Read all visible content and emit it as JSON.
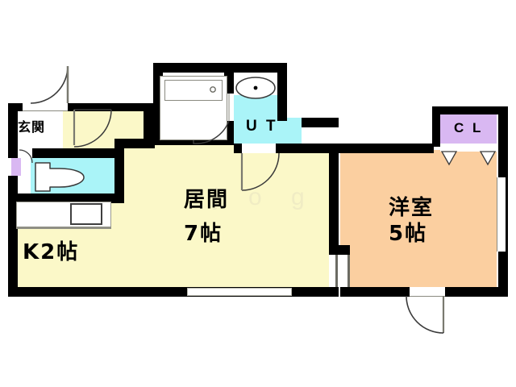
{
  "plan": {
    "type": "apartment-floor-plan",
    "title": "1K floor plan",
    "background": "#ffffff",
    "wall_color": "#000000"
  },
  "colors": {
    "living_fill": "#fbf8c8",
    "water_fill": "#aaf4f8",
    "bedroom_fill": "#fbcfa0",
    "closet_fill": "#d9b8f2",
    "entry_fill": "#ffffff",
    "wall": "#000000",
    "fixture_line": "#6b6b63"
  },
  "rooms": [
    {
      "id": "genkan",
      "label": "玄関",
      "size": "",
      "fill": "#ffffff"
    },
    {
      "id": "toilet",
      "label": "",
      "size": "",
      "fill": "#aaf4f8"
    },
    {
      "id": "kitchen",
      "label": "K2帖",
      "size": "2帖",
      "fill": "#fbf8c8"
    },
    {
      "id": "living",
      "label": "居間",
      "size": "7帖",
      "fill": "#fbf8c8"
    },
    {
      "id": "bath",
      "label": "",
      "size": "",
      "fill": "#ffffff"
    },
    {
      "id": "ut",
      "label": "UT",
      "size": "",
      "fill": "#aaf4f8"
    },
    {
      "id": "bedroom",
      "label": "洋室",
      "size": "5帖",
      "fill": "#fbcfa0"
    },
    {
      "id": "closet",
      "label": "CL",
      "size": "",
      "fill": "#d9b8f2"
    }
  ],
  "labels": {
    "genkan": "玄関",
    "kitchen": "K2帖",
    "living_name": "居間",
    "living_size": "7帖",
    "ut": "U T",
    "bedroom_name": "洋室",
    "bedroom_size": "5帖",
    "closet": "C L"
  },
  "watermark": {
    "text": "j o g"
  },
  "fixtures": [
    {
      "name": "bathtub",
      "room": "bath"
    },
    {
      "name": "bathtub-drain",
      "room": "bath"
    },
    {
      "name": "wash-basin",
      "room": "ut"
    },
    {
      "name": "toilet-bowl",
      "room": "toilet"
    },
    {
      "name": "kitchen-counter",
      "room": "kitchen"
    },
    {
      "name": "kitchen-sink",
      "room": "kitchen"
    },
    {
      "name": "shoe-cabinet",
      "room": "genkan"
    }
  ],
  "openings": [
    {
      "name": "entrance-door",
      "type": "swing-door"
    },
    {
      "name": "genkan-to-living-door",
      "type": "swing-door"
    },
    {
      "name": "bath-door",
      "type": "swing-door"
    },
    {
      "name": "ut-to-living-door",
      "type": "swing-door"
    },
    {
      "name": "toilet-door",
      "type": "swing-door"
    },
    {
      "name": "bedroom-exterior-door",
      "type": "swing-door"
    },
    {
      "name": "living-bedroom-sliding-door",
      "type": "sliding-door"
    },
    {
      "name": "living-window-south",
      "type": "window"
    },
    {
      "name": "bedroom-window-east",
      "type": "window"
    },
    {
      "name": "closet-doors",
      "type": "folding-door"
    }
  ]
}
